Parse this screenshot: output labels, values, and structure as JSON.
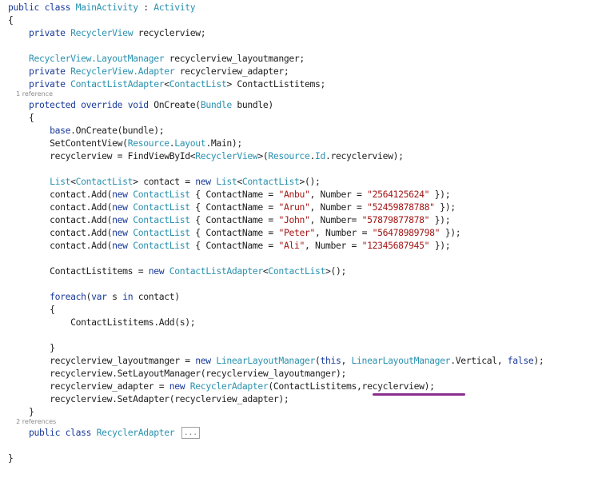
{
  "code": {
    "class_decl": {
      "kw1": "public",
      "kw2": "class",
      "name": "MainActivity",
      "sep": " : ",
      "base": "Activity"
    },
    "open_brace": "{",
    "field_recyclerview": {
      "kw": "private",
      "type": "RecyclerView",
      "rest": " recyclerview;"
    },
    "field_layoutmanager": {
      "type": "RecyclerView.LayoutManager",
      "rest": " recyclerview_layoutmanger;"
    },
    "field_adapter": {
      "kw": "private",
      "type": "RecyclerView.Adapter",
      "rest": " recyclerview_adapter;"
    },
    "field_items": {
      "kw": "private",
      "type1": "ContactListAdapter",
      "lt": "<",
      "type2": "ContactList",
      "rest": "> ContactListitems;"
    },
    "ref_oncreate": "1 reference",
    "oncreate_decl": {
      "kw1": "protected",
      "kw2": "override",
      "kw3": "void",
      "name": " OnCreate(",
      "ptype": "Bundle",
      "rest": " bundle)"
    },
    "method_open": "{",
    "line_base": {
      "kw": "base",
      "rest": ".OnCreate(bundle);"
    },
    "line_setcontent": {
      "pre": "SetContentView(",
      "t1": "Resource",
      "d1": ".",
      "t2": "Layout",
      "rest": ".Main);"
    },
    "line_findview": {
      "pre": "recyclerview = FindViewById<",
      "t1": "RecyclerView",
      "mid": ">(",
      "t2": "Resource",
      "d1": ".",
      "t3": "Id",
      "rest": ".recyclerview);"
    },
    "line_list": {
      "t1": "List",
      "lt": "<",
      "t2": "ContactList",
      "mid": "> contact = ",
      "kw": "new",
      "sp": " ",
      "t3": "List",
      "lt2": "<",
      "t4": "ContactList",
      "rest": ">();"
    },
    "contacts": [
      {
        "name": "\"Anbu\"",
        "num_sep": ", Number = ",
        "number": "\"2564125624\""
      },
      {
        "name": "\"Arun\"",
        "num_sep": ", Number = ",
        "number": "\"52459878788\""
      },
      {
        "name": "\"John\"",
        "num_sep": ", Number= ",
        "number": "\"57879877878\""
      },
      {
        "name": "\"Peter\"",
        "num_sep": ", Number = ",
        "number": "\"56478989798\""
      },
      {
        "name": "\"Ali\"",
        "num_sep": ", Number = ",
        "number": "\"12345687945\""
      }
    ],
    "contact_add": {
      "pre": "contact.Add(",
      "kw": "new",
      "type": "ContactList",
      "mid": " { ContactName = ",
      "end": " });"
    },
    "line_items_new": {
      "pre": "ContactListitems = ",
      "kw": "new",
      "t1": "ContactListAdapter",
      "lt": "<",
      "t2": "ContactList",
      "rest": ">();"
    },
    "line_foreach": {
      "kw1": "foreach",
      "p": "(",
      "kw2": "var",
      "s": " s ",
      "kw3": "in",
      "rest": " contact)"
    },
    "foreach_open": "{",
    "line_items_add": "ContactListitems.Add(s);",
    "foreach_close": "}",
    "line_layoutmgr": {
      "pre": "recyclerview_layoutmanger = ",
      "kw": "new",
      "t1": "LinearLayoutManager",
      "p": "(",
      "kw2": "this",
      "c": ", ",
      "t2": "LinearLayoutManager",
      "mid": ".Vertical, ",
      "kw3": "false",
      "rest": ");"
    },
    "line_setlayout": "recyclerview.SetLayoutManager(recyclerview_layoutmanger);",
    "line_adapter": {
      "pre": "recyclerview_adapter = ",
      "kw": "new",
      "t1": "RecyclerAdapter",
      "rest": "(ContactListitems,recyclerview);"
    },
    "line_setadapter": "recyclerview.SetAdapter(recyclerview_adapter);",
    "method_close": "}",
    "ref_adapter": "2 references",
    "adapter_decl": {
      "kw1": "public",
      "kw2": "class",
      "name": "RecyclerAdapter",
      "collapsed": "..."
    },
    "close_brace": "}"
  },
  "colors": {
    "keyword": "#0000ff",
    "type": "#2b91af",
    "string": "#a31515",
    "error_squiggle": "#8a2f8f"
  }
}
